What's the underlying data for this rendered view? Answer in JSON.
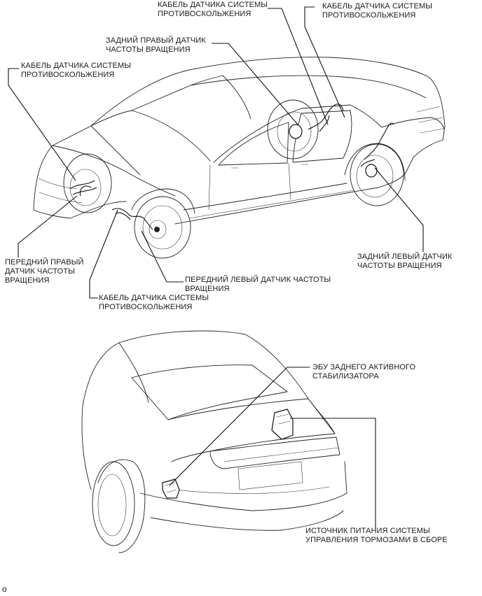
{
  "labels": {
    "cable_top_center": [
      "КАБЕЛЬ ДАТЧИКА СИСТЕМЫ",
      "ПРОТИВОСКОЛЬЖЕНИЯ"
    ],
    "cable_top_right": [
      "КАБЕЛЬ ДАТЧИКА СИСТЕМЫ",
      "ПРОТИВОСКОЛЬЖЕНИЯ"
    ],
    "rear_right_sensor": [
      "ЗАДНИЙ ПРАВЫЙ ДАТЧИК",
      "ЧАСТОТЫ ВРАЩЕНИЯ"
    ],
    "cable_left": [
      "КАБЕЛЬ ДАТЧИКА СИСТЕМЫ",
      "ПРОТИВОСКОЛЬЖЕНИЯ"
    ],
    "front_right_sensor": [
      "ПЕРЕДНИЙ ПРАВЫЙ",
      "ДАТЧИК ЧАСТОТЫ",
      "ВРАЩЕНИЯ"
    ],
    "front_left_sensor": [
      "ПЕРЕДНИЙ ЛЕВЫЙ ДАТЧИК ЧАСТОТЫ",
      "ВРАЩЕНИЯ"
    ],
    "cable_bottom": [
      "КАБЕЛЬ ДАТЧИКА СИСТЕМЫ",
      "ПРОТИВОСКОЛЬЖЕНИЯ"
    ],
    "rear_left_sensor": [
      "ЗАДНИЙ ЛЕВЫЙ ДАТЧИК",
      "ЧАСТОТЫ ВРАЩЕНИЯ"
    ],
    "stabilizer_ecu": [
      "ЭБУ ЗАДНЕГО АКТИВНОГО",
      "СТАБИЛИЗАТОРА"
    ],
    "brake_power_supply": [
      "ИСТОЧНИК ПИТАНИЯ СИСТЕМЫ",
      "УПРАВЛЕНИЯ ТОРМОЗАМИ В СБОРЕ"
    ]
  },
  "corner_mark": "o"
}
